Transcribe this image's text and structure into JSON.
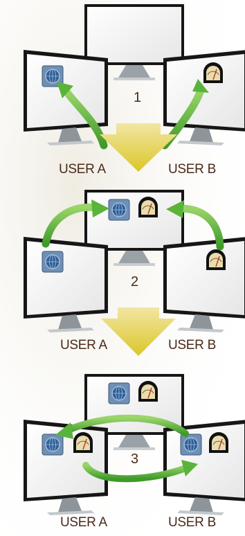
{
  "steps": [
    {
      "number": "1",
      "left_label": "USER A",
      "right_label": "USER B"
    },
    {
      "number": "2",
      "left_label": "USER A",
      "right_label": "USER B"
    },
    {
      "number": "3",
      "left_label": "USER A",
      "right_label": "USER B"
    }
  ],
  "colors": {
    "arrow_green": "#5ab33a",
    "down_arrow_yellow": "#e3cf3a",
    "monitor_bezel": "#161616",
    "screen": "#f6f6f6",
    "label_text": "#4a2a1a",
    "background_glow": "#ece9de"
  },
  "icons": {
    "user_a": "globe-app-icon",
    "user_b": "vu-meter-app-icon"
  }
}
